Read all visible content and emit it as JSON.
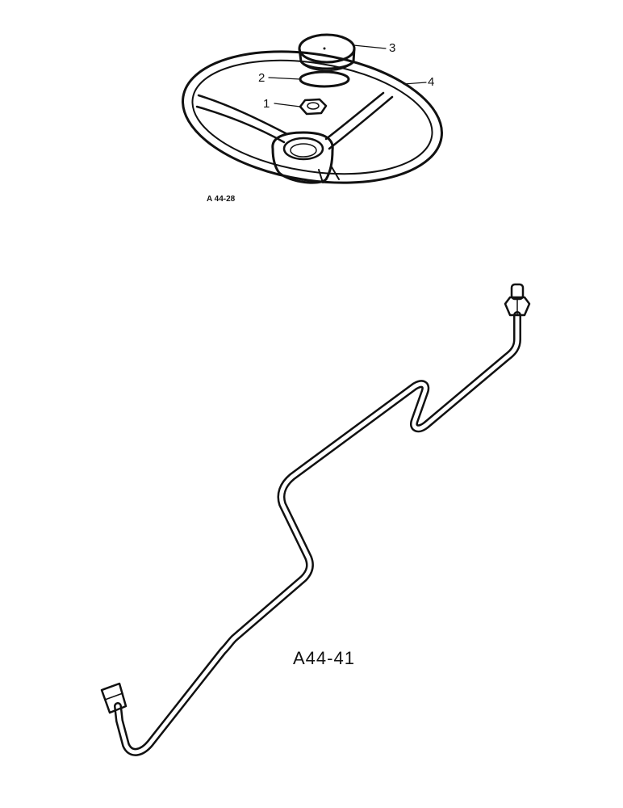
{
  "figures": [
    {
      "id": "A 44-28",
      "callouts": [
        "1",
        "2",
        "3",
        "4"
      ]
    },
    {
      "id": "A44-41"
    }
  ]
}
